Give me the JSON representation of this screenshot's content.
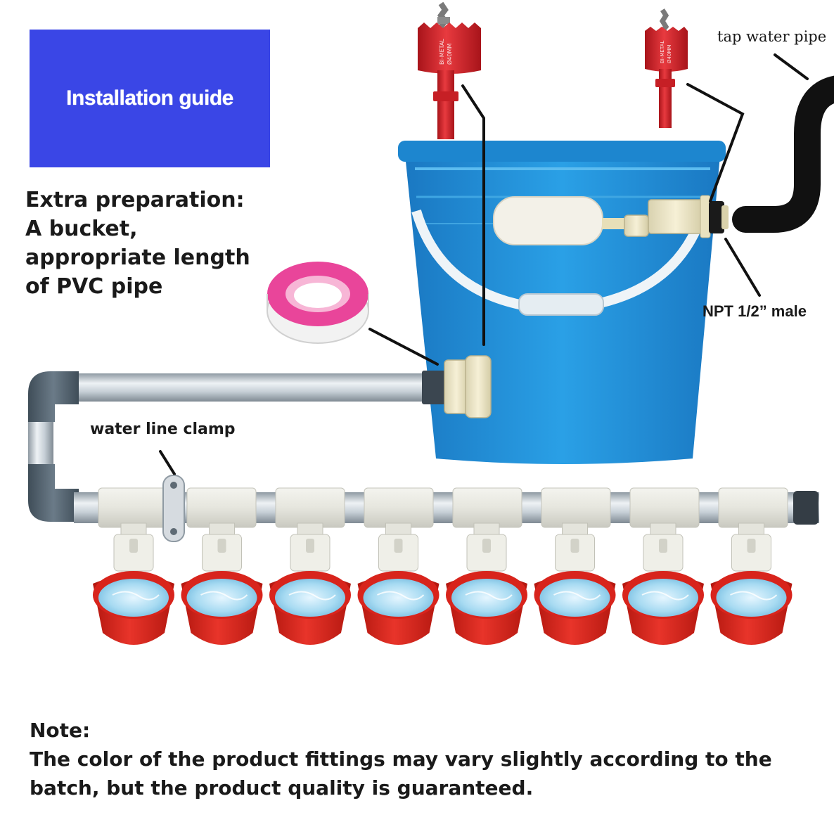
{
  "banner": {
    "title": "Installation guide",
    "color": "#3a46e6"
  },
  "preparation": {
    "lines": [
      "Extra preparation:",
      "A bucket,",
      "appropriate length",
      "of PVC pipe"
    ]
  },
  "labels": {
    "tap_water_pipe": "tap water pipe",
    "npt": "NPT 1/2” male",
    "clamp": "water line clamp"
  },
  "hole_saw": {
    "engraving_line1": "BI-METAL",
    "engraving_line2": "Ø40MM"
  },
  "note": {
    "heading": "Note:",
    "lines": [
      "The color of the product fittings may vary slightly according to the",
      "batch, but the product quality is guaranteed."
    ]
  },
  "drinker_cups": {
    "count": 8
  },
  "colors": {
    "bucket": "#1e8fd6",
    "cup": "#d8241c",
    "water": "#9fd4ef",
    "hole_saw": "#d8252b",
    "pipe": "#b9c3cb",
    "elbow": "#4e5e6a",
    "tape": "#e9459a",
    "hose": "#111111"
  }
}
